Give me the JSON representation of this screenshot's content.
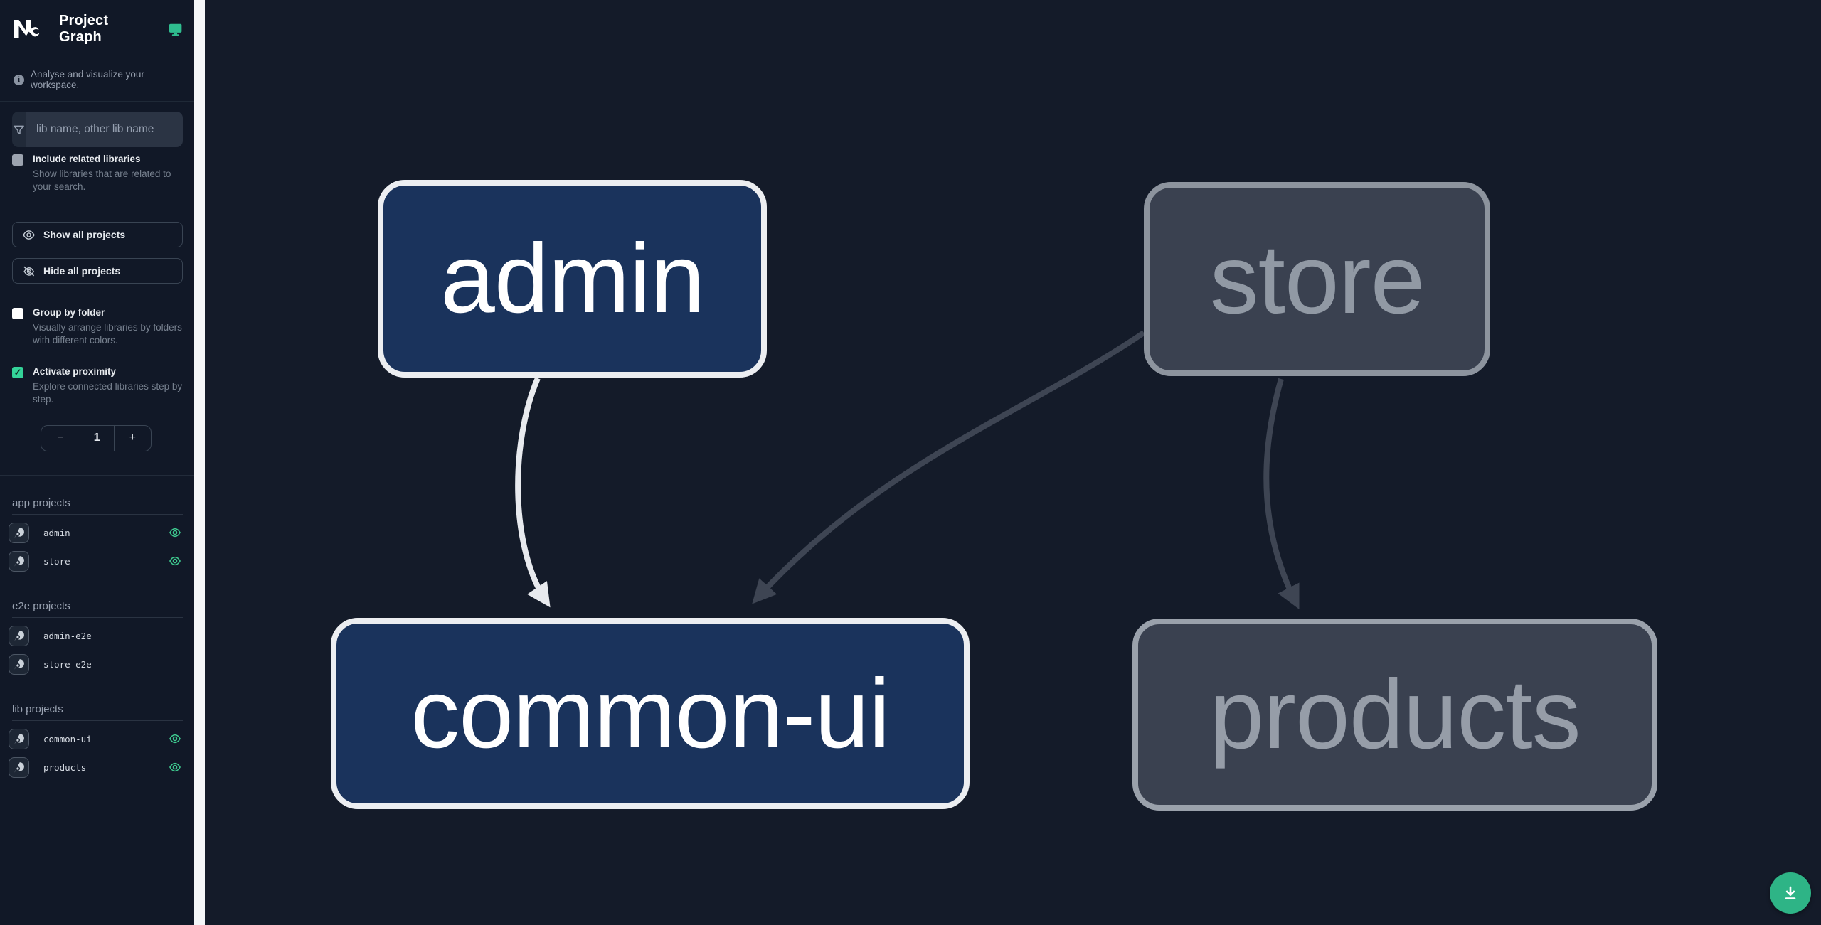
{
  "header": {
    "title": "Project Graph",
    "logo_icon": "nx-logo",
    "monitor_icon_color": "#2fbd8f"
  },
  "tagline": "Analyse and visualize your workspace.",
  "search": {
    "placeholder": "lib name, other lib name",
    "value": ""
  },
  "options": {
    "include_related": {
      "label": "Include related libraries",
      "description": "Show libraries that are related to your search.",
      "checked": false
    },
    "group_by_folder": {
      "label": "Group by folder",
      "description": "Visually arrange libraries by folders with different colors.",
      "checked": false
    },
    "activate_proximity": {
      "label": "Activate proximity",
      "description": "Explore connected libraries step by step.",
      "checked": true,
      "check_glyph": "✓"
    }
  },
  "buttons": {
    "show_all": "Show all projects",
    "hide_all": "Hide all projects"
  },
  "stepper": {
    "decrement": "−",
    "value": "1",
    "increment": "+"
  },
  "sections": [
    {
      "heading": "app projects",
      "items": [
        {
          "name": "admin",
          "eye_visible": true
        },
        {
          "name": "store",
          "eye_visible": true
        }
      ]
    },
    {
      "heading": "e2e projects",
      "items": [
        {
          "name": "admin-e2e",
          "eye_visible": false
        },
        {
          "name": "store-e2e",
          "eye_visible": false
        }
      ]
    },
    {
      "heading": "lib projects",
      "items": [
        {
          "name": "common-ui",
          "eye_visible": true
        },
        {
          "name": "products",
          "eye_visible": true
        }
      ]
    }
  ],
  "graph": {
    "nodes": [
      {
        "id": "admin",
        "label": "admin",
        "state": "focused"
      },
      {
        "id": "store",
        "label": "store",
        "state": "dimmed"
      },
      {
        "id": "common-ui",
        "label": "common-ui",
        "state": "focused"
      },
      {
        "id": "products",
        "label": "products",
        "state": "dimmed"
      }
    ],
    "edges": [
      {
        "from": "admin",
        "to": "common-ui",
        "state": "highlighted"
      },
      {
        "from": "store",
        "to": "common-ui",
        "state": "dimmed"
      },
      {
        "from": "store",
        "to": "products",
        "state": "dimmed"
      }
    ]
  },
  "colors": {
    "sidebar_bg": "#111827",
    "canvas_bg": "#141b29",
    "accent_green": "#34d399",
    "node_focused_fill": "#1a335c",
    "node_focused_border": "#eceef1",
    "node_dimmed_fill": "#3a4150",
    "node_dimmed_border": "#8d949e",
    "edge_highlighted": "#e8eaee",
    "edge_dimmed": "#3e4553",
    "fab_green": "#2eb486"
  },
  "fab": {
    "icon": "download-icon"
  }
}
